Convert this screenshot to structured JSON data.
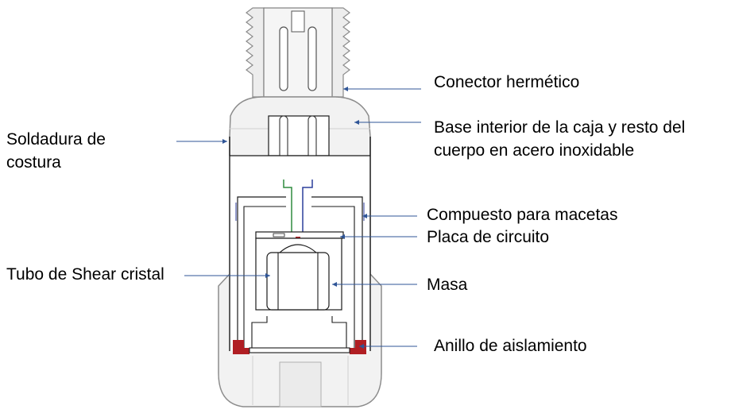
{
  "labels": {
    "hermetic_connector": "Conector hermético",
    "case_base_line1": "Base interior de la caja y resto del",
    "case_base_line2": "cuerpo en acero inoxidable",
    "seam_weld_line1": "Soldadura de",
    "seam_weld_line2": "costura",
    "potting_compound": "Compuesto para macetas",
    "circuit_board": "Placa de circuito",
    "shear_crystal_tube": "Tubo de Shear cristal",
    "mass": "Masa",
    "isolation_ring": "Anillo de aislamiento"
  },
  "colors": {
    "leader_line": "#2f5597",
    "body_fill": "#f2f2f2",
    "body_outline": "#8c8c8c",
    "interior_line": "#1a1a1a",
    "isolation_ring": "#b01e23",
    "wire_green": "#2e8b3e",
    "wire_blue": "#2c3e9c",
    "pin_red": "#b01e23"
  }
}
